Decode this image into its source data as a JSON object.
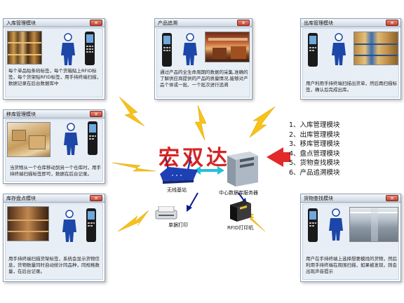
{
  "panels": {
    "inbound": {
      "title": "入库管理模块",
      "caption": "每个单品贴条码标签，每个货箱贴上RFID标签，每个货架贴RFID标签，用手持终端扫描，数据记录在后台数据库中"
    },
    "trace": {
      "title": "产品追溯",
      "caption": "通过产品的全生命周期的数据的采集,准确的了解供应商提供的产品的质量情况,能够对产品个体或一批、一个批次进行追溯"
    },
    "outbound": {
      "title": "出库管理模块",
      "caption": "用户利用手持终端扫描出货单，然后再扫描标签，确认后完成出库。"
    },
    "transfer": {
      "title": "移库管理模块",
      "caption": "当货物从一个仓库移动到另一个仓库时，用手持终端扫描标签即可，数据在后台记录。"
    },
    "inventory": {
      "title": "库存盘点模块",
      "caption": "用手持终端扫描货架标签，系统会显示货物信息，货物数量同时自动统计同品种，同规格数量，在后台记录。"
    },
    "search": {
      "title": "货物查找模块",
      "caption": "用户在手持终端上选择想要模找的货物，然后利用手持终端在周围扫描，如果被发现，则会出现声音提示"
    }
  },
  "center": {
    "router_label": "无线基站",
    "server_label": "中心数据库服务器",
    "ticket_printer_label": "单据打印",
    "rfid_printer_label": "RFID打印机",
    "watermark": "宏双达"
  },
  "module_list": [
    "1、入库管理模块",
    "2、出库管理模块",
    "3、移库管理模块",
    "4、盘点管理模块",
    "5、货物查找模块",
    "6、产品追溯模块"
  ],
  "colors": {
    "lightning": "#f7c21a",
    "arrow_red": "#e32a2a",
    "arrow_blue": "#0a1a8c",
    "router_blue": "#1f3fb4",
    "worker_blue": "#1c46a8",
    "link_cyan": "#21c2d8"
  }
}
